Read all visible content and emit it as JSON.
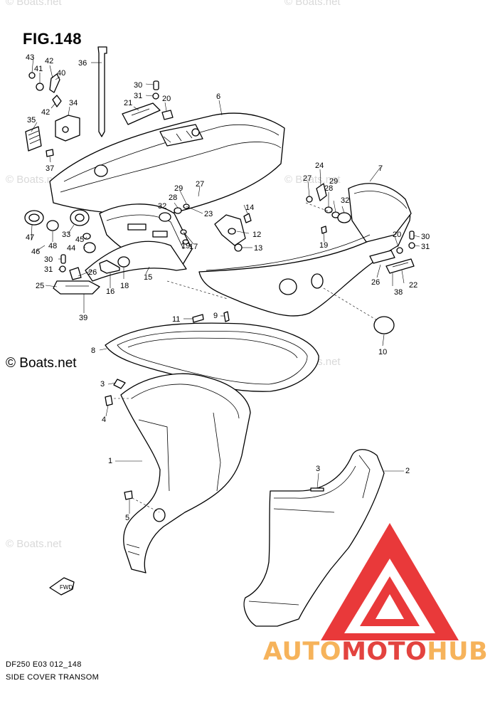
{
  "figure": {
    "title": "FIG.148",
    "code": "DF250 E03 012_148",
    "caption": "SIDE COVER TRANSOM"
  },
  "watermark": {
    "text": "© Boats.net",
    "dark_text": "© Boats.net"
  },
  "logo": {
    "word_a": "AUTO",
    "word_b": "MOTO",
    "word_c": "HUB",
    "color_orange": "#F6B35B",
    "color_red": "#E3433F",
    "color_triangle": "#E9393A"
  },
  "fwd_label": "FWD",
  "parts": {
    "p1": "1",
    "p2": "2",
    "p3a": "3",
    "p3b": "3",
    "p4": "4",
    "p5": "5",
    "p6": "6",
    "p7": "7",
    "p8": "8",
    "p9": "9",
    "p10": "10",
    "p11": "11",
    "p12": "12",
    "p13": "13",
    "p14": "14",
    "p15": "15",
    "p16": "16",
    "p17": "17",
    "p18": "18",
    "p19a": "19",
    "p19b": "19",
    "p20a": "20",
    "p20b": "20",
    "p21": "21",
    "p22": "22",
    "p23": "23",
    "p24": "24",
    "p25": "25",
    "p26a": "26",
    "p26b": "26",
    "p27a": "27",
    "p27b": "27",
    "p28a": "28",
    "p28b": "28",
    "p29a": "29",
    "p29b": "29",
    "p30a": "30",
    "p30b": "30",
    "p30c": "30",
    "p31a": "31",
    "p31b": "31",
    "p31c": "31",
    "p32a": "32",
    "p32b": "32",
    "p33": "33",
    "p34": "34",
    "p35": "35",
    "p36": "36",
    "p37": "37",
    "p38": "38",
    "p39": "39",
    "p40": "40",
    "p41": "41",
    "p42a": "42",
    "p42b": "42",
    "p43": "43",
    "p44": "44",
    "p45": "45",
    "p46": "46",
    "p47": "47",
    "p48": "48"
  }
}
